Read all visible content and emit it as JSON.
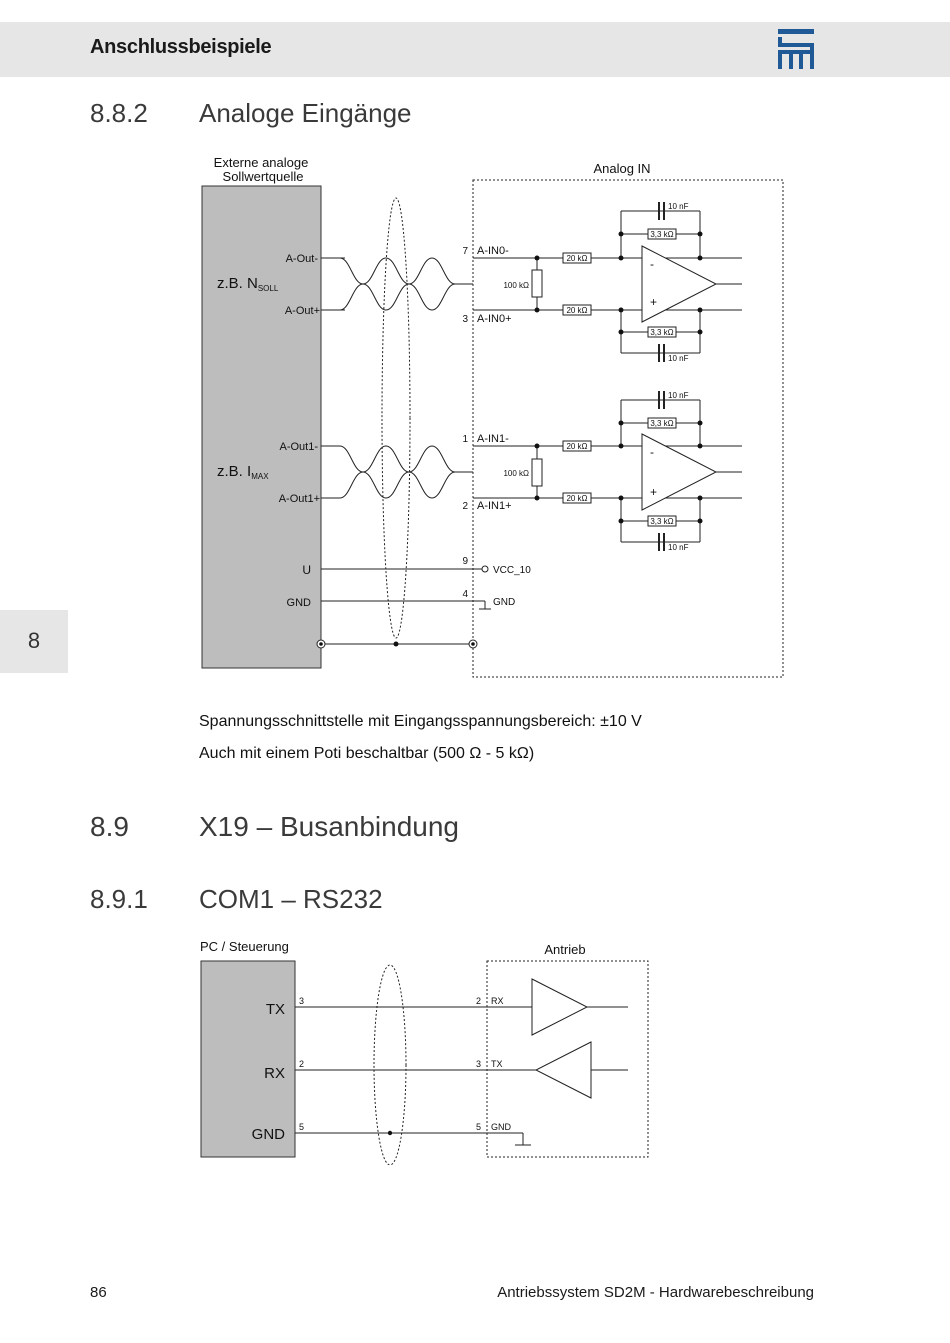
{
  "header": {
    "title": "Anschlussbeispiele"
  },
  "side_tab": {
    "label": "8"
  },
  "sections": {
    "s882": {
      "number": "8.8.2",
      "title": "Analoge Eingänge"
    },
    "s89": {
      "number": "8.9",
      "title": "X19 – Busanbindung"
    },
    "s891": {
      "number": "8.9.1",
      "title": "COM1 – RS232"
    }
  },
  "analog_diagram": {
    "source_label_1": "Externe analoge",
    "source_label_2": "Sollwertquelle",
    "target_label": "Analog IN",
    "source1_main": "z.B. N",
    "source1_sub": "SOLL",
    "source2_main": "z.B. I",
    "source2_sub": "MAX",
    "out_neg_1": "A-Out-",
    "out_pos_1": "A-Out+",
    "out_neg_2": "A-Out1-",
    "out_pos_2": "A-Out1+",
    "u": "U",
    "gnd": "GND",
    "pin_7": "7",
    "pin_3": "3",
    "pin_1": "1",
    "pin_2": "2",
    "pin_9": "9",
    "pin_4": "4",
    "in0_neg": "A-IN0-",
    "in0_pos": "A-IN0+",
    "in1_neg": "A-IN1-",
    "in1_pos": "A-IN1+",
    "vcc": "VCC_10",
    "gnd_right": "GND",
    "r100k": "100 kΩ",
    "r20k": "20 kΩ",
    "r33k": "3,3 kΩ",
    "c10n": "10 nF",
    "minus": "-",
    "plus": "+"
  },
  "text": {
    "para1": "Spannungsschnittstelle mit Eingangsspannungsbereich: ±10 V",
    "para2": "Auch mit einem Poti beschaltbar (500 Ω - 5 kΩ)"
  },
  "rs232_diagram": {
    "left_title": "PC / Steuerung",
    "right_title": "Antrieb",
    "tx": "TX",
    "rx": "RX",
    "gnd": "GND",
    "pin_tx_left": "3",
    "pin_rx_left": "2",
    "pin_gnd_left": "5",
    "pin_rx_right": "2",
    "pin_tx_right": "3",
    "pin_gnd_right": "5",
    "sig_rx": "RX",
    "sig_tx": "TX",
    "sig_gnd": "GND"
  },
  "footer": {
    "page": "86",
    "title": "Antriebssystem SD2M - Hardwarebeschreibung"
  },
  "colors": {
    "header_bg": "#e6e6e6",
    "box_fill": "#bdbdbd",
    "logo_blue": "#1f5a96"
  }
}
